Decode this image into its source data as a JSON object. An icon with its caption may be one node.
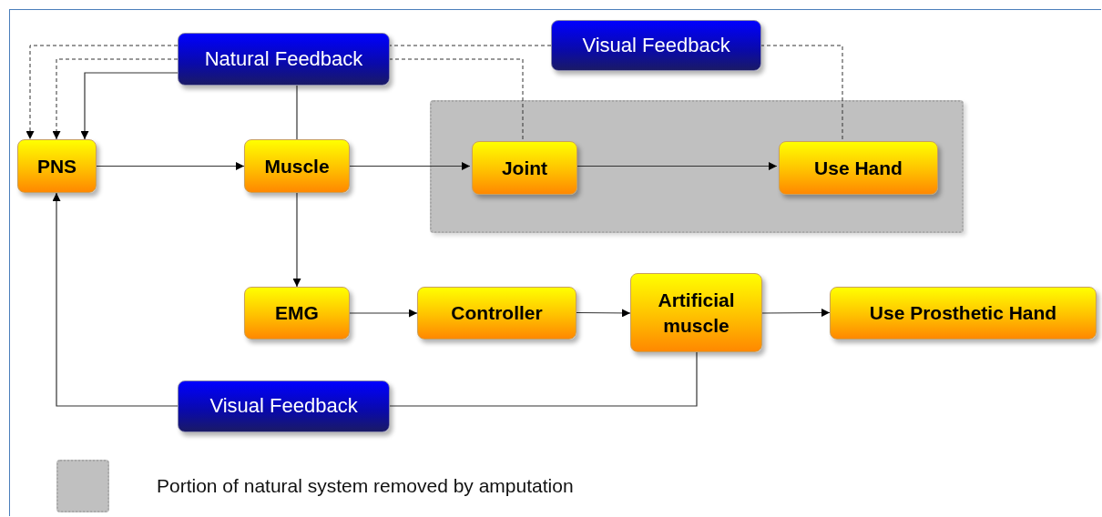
{
  "diagram": {
    "nodes": [
      {
        "text": [
          "Natural Feedback"
        ]
      },
      {
        "text": [
          "Visual Feedback"
        ]
      },
      {
        "text": [],
        "shape": "box"
      },
      {
        "text": [
          "PNS"
        ]
      },
      {
        "text": [
          "Muscle"
        ]
      },
      {
        "text": [
          "Joint"
        ],
        "in": 2
      },
      {
        "text": [
          "Use Hand"
        ],
        "in": 2
      },
      {
        "text": [
          "EMG"
        ]
      },
      {
        "text": [
          "Controller"
        ]
      },
      {
        "text": [
          "Artificial muscle"
        ]
      },
      {
        "text": [
          "Use Prosthetic Hand"
        ]
      },
      {
        "text": [
          "Visual Feedback"
        ]
      }
    ],
    "edges": [
      {
        "from": 0,
        "to": 3,
        "arrow": "to"
      },
      {
        "from": 4,
        "to": 0,
        "arrow": "none"
      },
      {
        "from": 5,
        "to": 0,
        "arrow": "none",
        "style": "dashed"
      },
      {
        "from": 0,
        "to": 3,
        "arrow": "to",
        "style": "dashed"
      },
      {
        "from": 6,
        "to": 1,
        "arrow": "none",
        "style": "dashed"
      },
      {
        "from": 1,
        "to": 0,
        "arrow": "none",
        "style": "dashed"
      },
      {
        "from": 0,
        "to": 3,
        "arrow": "to",
        "style": "dashed"
      },
      {
        "from": 3,
        "to": 4,
        "arrow": "to"
      },
      {
        "from": 4,
        "to": 5,
        "arrow": "to"
      },
      {
        "from": 5,
        "to": 6,
        "arrow": "to"
      },
      {
        "from": 4,
        "to": 7,
        "arrow": "to"
      },
      {
        "from": 7,
        "to": 8,
        "arrow": "to"
      },
      {
        "from": 8,
        "to": 9,
        "arrow": "to"
      },
      {
        "from": 9,
        "to": 10,
        "arrow": "to"
      },
      {
        "from": 9,
        "to": 11,
        "arrow": "none"
      },
      {
        "from": 11,
        "to": 3,
        "arrow": "to"
      }
    ],
    "legend": [
      {
        "text": "Portion of natural system removed by amputation",
        "color": "#c0c0c0"
      }
    ]
  }
}
